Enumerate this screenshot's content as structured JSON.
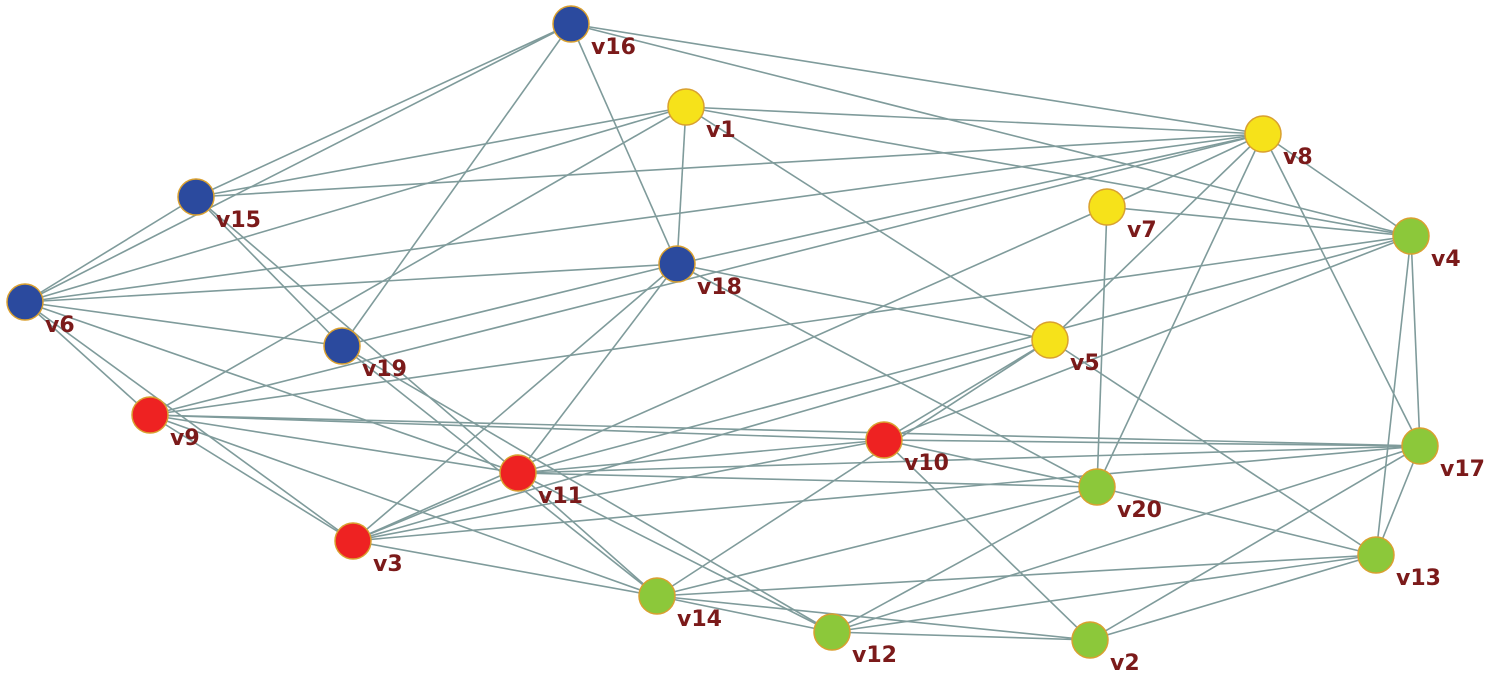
{
  "colors": {
    "blue": "#2b4a9e",
    "yellow": "#f6e21a",
    "red": "#ee2222",
    "green": "#8cc83a",
    "edge": "#7f9b9b",
    "label": "#7b1a1a"
  },
  "nodes": [
    {
      "id": "v1",
      "label": "v1",
      "color": "yellow"
    },
    {
      "id": "v2",
      "label": "v2",
      "color": "green"
    },
    {
      "id": "v3",
      "label": "v3",
      "color": "red"
    },
    {
      "id": "v4",
      "label": "v4",
      "color": "green"
    },
    {
      "id": "v5",
      "label": "v5",
      "color": "yellow"
    },
    {
      "id": "v6",
      "label": "v6",
      "color": "blue"
    },
    {
      "id": "v7",
      "label": "v7",
      "color": "yellow"
    },
    {
      "id": "v8",
      "label": "v8",
      "color": "yellow"
    },
    {
      "id": "v9",
      "label": "v9",
      "color": "red"
    },
    {
      "id": "v10",
      "label": "v10",
      "color": "red"
    },
    {
      "id": "v11",
      "label": "v11",
      "color": "red"
    },
    {
      "id": "v12",
      "label": "v12",
      "color": "green"
    },
    {
      "id": "v13",
      "label": "v13",
      "color": "green"
    },
    {
      "id": "v14",
      "label": "v14",
      "color": "green"
    },
    {
      "id": "v15",
      "label": "v15",
      "color": "blue"
    },
    {
      "id": "v16",
      "label": "v16",
      "color": "blue"
    },
    {
      "id": "v17",
      "label": "v17",
      "color": "green"
    },
    {
      "id": "v18",
      "label": "v18",
      "color": "blue"
    },
    {
      "id": "v19",
      "label": "v19",
      "color": "blue"
    },
    {
      "id": "v20",
      "label": "v20",
      "color": "green"
    }
  ],
  "edges": [
    [
      "v16",
      "v15"
    ],
    [
      "v16",
      "v6"
    ],
    [
      "v16",
      "v18"
    ],
    [
      "v16",
      "v19"
    ],
    [
      "v16",
      "v8"
    ],
    [
      "v16",
      "v4"
    ],
    [
      "v1",
      "v15"
    ],
    [
      "v1",
      "v6"
    ],
    [
      "v1",
      "v18"
    ],
    [
      "v1",
      "v8"
    ],
    [
      "v1",
      "v5"
    ],
    [
      "v1",
      "v9"
    ],
    [
      "v1",
      "v4"
    ],
    [
      "v15",
      "v8"
    ],
    [
      "v15",
      "v6"
    ],
    [
      "v15",
      "v11"
    ],
    [
      "v15",
      "v19"
    ],
    [
      "v6",
      "v8"
    ],
    [
      "v6",
      "v18"
    ],
    [
      "v6",
      "v9"
    ],
    [
      "v6",
      "v3"
    ],
    [
      "v6",
      "v11"
    ],
    [
      "v6",
      "v19"
    ],
    [
      "v18",
      "v8"
    ],
    [
      "v18",
      "v19"
    ],
    [
      "v18",
      "v5"
    ],
    [
      "v18",
      "v20"
    ],
    [
      "v18",
      "v11"
    ],
    [
      "v18",
      "v3"
    ],
    [
      "v8",
      "v4"
    ],
    [
      "v8",
      "v7"
    ],
    [
      "v8",
      "v5"
    ],
    [
      "v8",
      "v20"
    ],
    [
      "v8",
      "v17"
    ],
    [
      "v8",
      "v9"
    ],
    [
      "v7",
      "v4"
    ],
    [
      "v7",
      "v20"
    ],
    [
      "v7",
      "v3"
    ],
    [
      "v4",
      "v10"
    ],
    [
      "v4",
      "v11"
    ],
    [
      "v4",
      "v17"
    ],
    [
      "v4",
      "v13"
    ],
    [
      "v4",
      "v9"
    ],
    [
      "v5",
      "v3"
    ],
    [
      "v5",
      "v10"
    ],
    [
      "v5",
      "v14"
    ],
    [
      "v5",
      "v13"
    ],
    [
      "v9",
      "v3"
    ],
    [
      "v9",
      "v10"
    ],
    [
      "v9",
      "v11"
    ],
    [
      "v9",
      "v17"
    ],
    [
      "v9",
      "v14"
    ],
    [
      "v19",
      "v12"
    ],
    [
      "v19",
      "v14"
    ],
    [
      "v11",
      "v10"
    ],
    [
      "v11",
      "v20"
    ],
    [
      "v11",
      "v17"
    ],
    [
      "v11",
      "v3"
    ],
    [
      "v11",
      "v14"
    ],
    [
      "v11",
      "v12"
    ],
    [
      "v10",
      "v3"
    ],
    [
      "v10",
      "v17"
    ],
    [
      "v10",
      "v20"
    ],
    [
      "v10",
      "v2"
    ],
    [
      "v3",
      "v14"
    ],
    [
      "v3",
      "v17"
    ],
    [
      "v20",
      "v12"
    ],
    [
      "v20",
      "v13"
    ],
    [
      "v20",
      "v14"
    ],
    [
      "v17",
      "v2"
    ],
    [
      "v17",
      "v12"
    ],
    [
      "v17",
      "v13"
    ],
    [
      "v13",
      "v14"
    ],
    [
      "v13",
      "v12"
    ],
    [
      "v13",
      "v2"
    ],
    [
      "v14",
      "v12"
    ],
    [
      "v14",
      "v2"
    ],
    [
      "v12",
      "v2"
    ]
  ]
}
